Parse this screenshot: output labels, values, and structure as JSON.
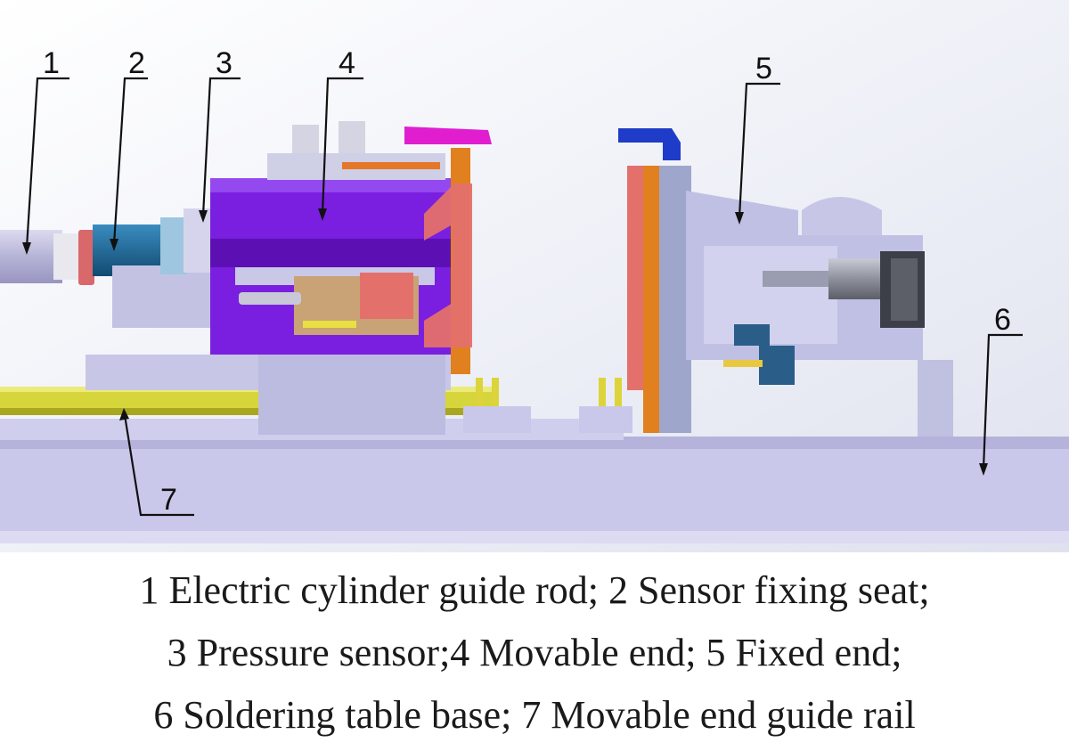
{
  "callouts": [
    {
      "number": "1"
    },
    {
      "number": "2"
    },
    {
      "number": "3"
    },
    {
      "number": "4"
    },
    {
      "number": "5"
    },
    {
      "number": "6"
    },
    {
      "number": "7"
    }
  ],
  "caption": {
    "line1": "1 Electric cylinder guide rod; 2 Sensor fixing seat;",
    "line2": "3 Pressure sensor;4 Movable end; 5 Fixed end;",
    "line3": "6 Soldering table base; 7 Movable end guide rail"
  },
  "colors": {
    "background_gradient": [
      "#ffffff",
      "#e6e8f2"
    ],
    "base": "#c7c6e8",
    "rail": "#d4d23a",
    "movable_block": "#7a1fe0",
    "orange_plate": "#e0801e",
    "salmon_plate": "#e4706c",
    "tan_block": "#c9a276",
    "cylinder_blue": "#1f6e9a",
    "cylinder_rod": "#bcbad8",
    "magenta_clamp": "#e01ed0",
    "blue_clamp": "#1f3cc8",
    "gray_actuator": "#9a9ca8"
  }
}
